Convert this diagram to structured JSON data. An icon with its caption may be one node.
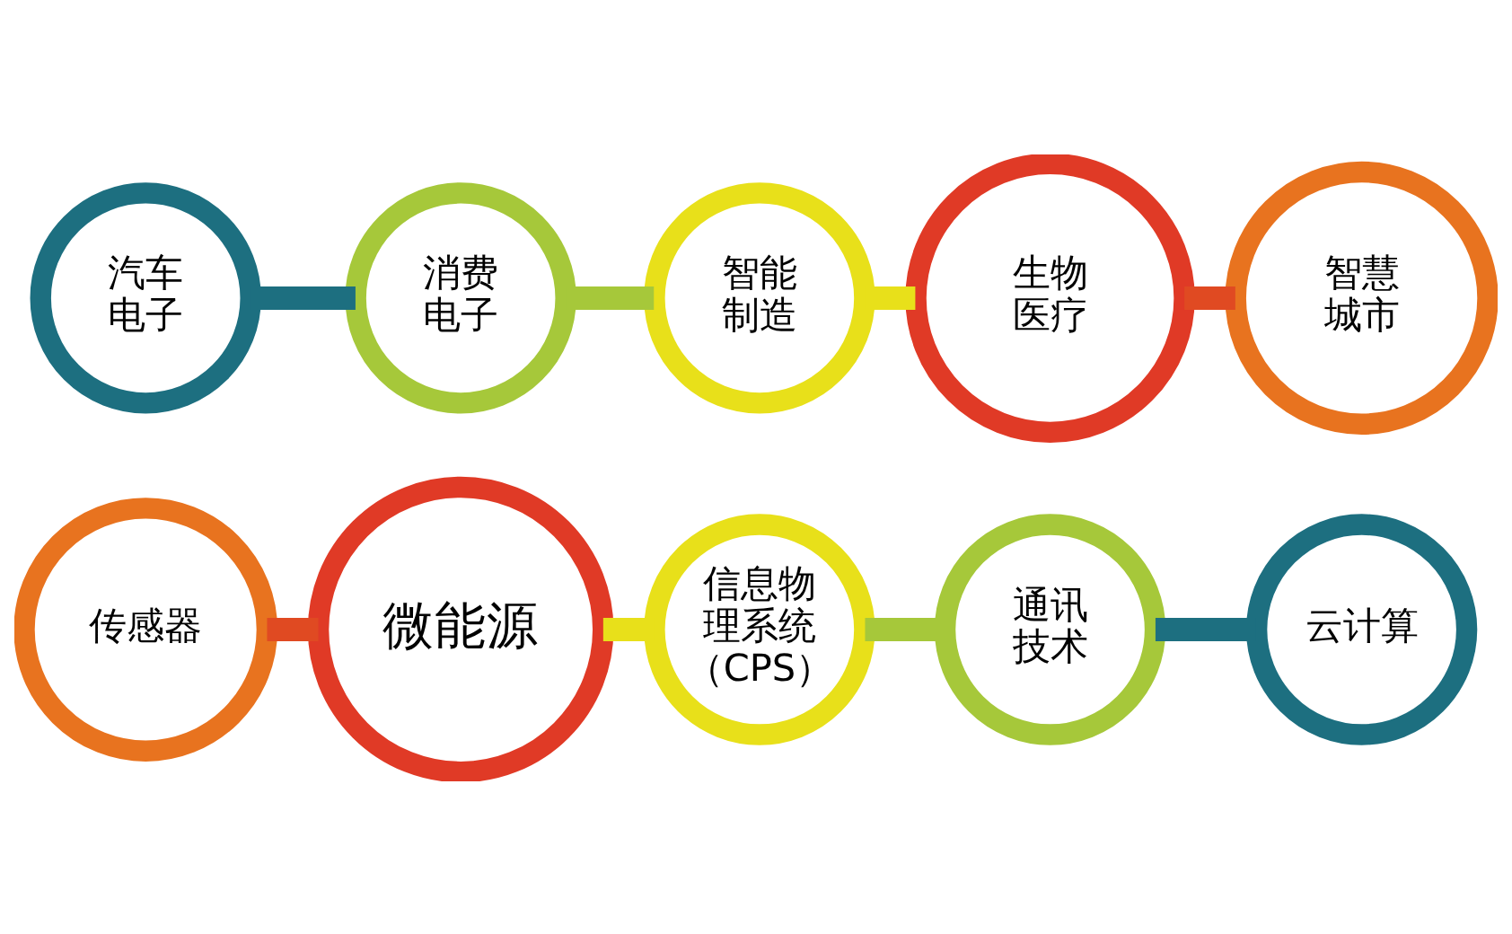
{
  "diagram": {
    "nodes": [
      {
        "text": [
          "传感器"
        ]
      },
      {
        "text": [
          "微能源"
        ]
      },
      {
        "text": [
          "信息物理系统（CPS）"
        ]
      },
      {
        "text": [
          "通讯技术"
        ]
      },
      {
        "text": [
          "云计算"
        ]
      },
      {
        "text": [
          "汽车电子"
        ]
      },
      {
        "text": [
          "消费电子"
        ]
      },
      {
        "text": [
          "智能制造"
        ]
      },
      {
        "text": [
          "生物医疗"
        ]
      },
      {
        "text": [
          "智慧城市"
        ]
      }
    ],
    "edges": [
      {
        "from": 0,
        "to": 1,
        "arrow": "none",
        "color": "#e04a22"
      },
      {
        "from": 1,
        "to": 2,
        "arrow": "none",
        "color": "#e8e01a"
      },
      {
        "from": 2,
        "to": 3,
        "arrow": "none",
        "color": "#a6c83a"
      },
      {
        "from": 3,
        "to": 4,
        "arrow": "none",
        "color": "#1d6f80"
      },
      {
        "from": 5,
        "to": 6,
        "arrow": "none",
        "color": "#1d6f80"
      },
      {
        "from": 6,
        "to": 7,
        "arrow": "none",
        "color": "#a6c83a"
      },
      {
        "from": 7,
        "to": 8,
        "arrow": "none",
        "color": "#e8e01a"
      },
      {
        "from": 8,
        "to": 9,
        "arrow": "none",
        "color": "#e04a22"
      }
    ]
  }
}
